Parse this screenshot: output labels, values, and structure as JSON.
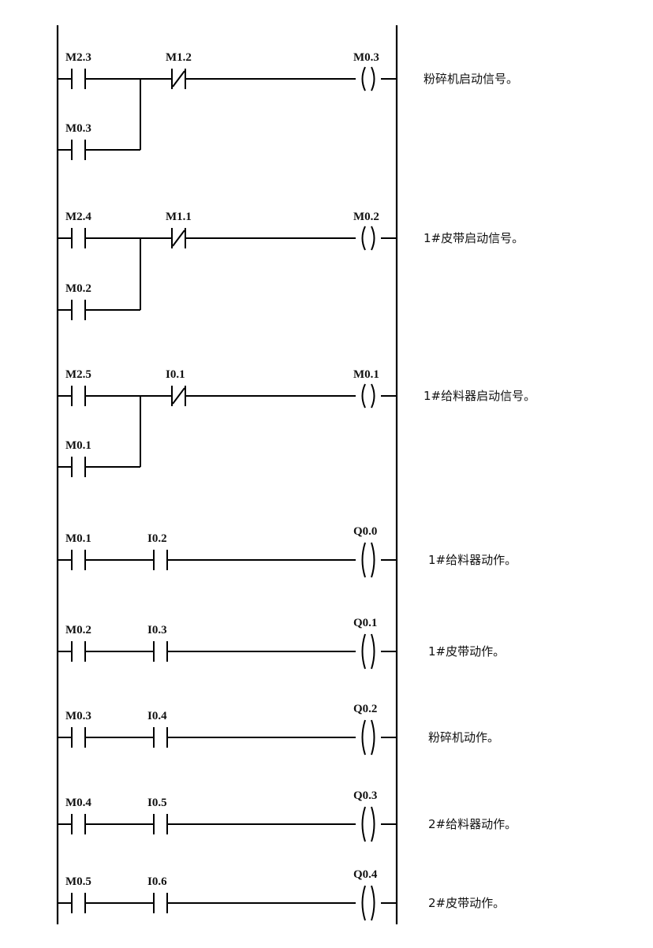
{
  "diagram": {
    "type": "ladder-logic",
    "rungs": [
      {
        "contacts": [
          {
            "label": "M2.3",
            "type": "NO"
          },
          {
            "label": "M1.2",
            "type": "NC"
          }
        ],
        "branch": {
          "label": "M0.3",
          "type": "NO"
        },
        "coil": "M0.3",
        "comment": "粉碎机启动信号。"
      },
      {
        "contacts": [
          {
            "label": "M2.4",
            "type": "NO"
          },
          {
            "label": "M1.1",
            "type": "NC"
          }
        ],
        "branch": {
          "label": "M0.2",
          "type": "NO"
        },
        "coil": "M0.2",
        "comment": "1#皮带启动信号。"
      },
      {
        "contacts": [
          {
            "label": "M2.5",
            "type": "NO"
          },
          {
            "label": "I0.1",
            "type": "NC"
          }
        ],
        "branch": {
          "label": "M0.1",
          "type": "NO"
        },
        "coil": "M0.1",
        "comment": "1#给料器启动信号。"
      },
      {
        "contacts": [
          {
            "label": "M0.1",
            "type": "NO"
          },
          {
            "label": "I0.2",
            "type": "NO"
          }
        ],
        "coil": "Q0.0",
        "comment": "1#给料器动作。"
      },
      {
        "contacts": [
          {
            "label": "M0.2",
            "type": "NO"
          },
          {
            "label": "I0.3",
            "type": "NO"
          }
        ],
        "coil": "Q0.1",
        "comment": "1#皮带动作。"
      },
      {
        "contacts": [
          {
            "label": "M0.3",
            "type": "NO"
          },
          {
            "label": "I0.4",
            "type": "NO"
          }
        ],
        "coil": "Q0.2",
        "comment": "粉碎机动作。"
      },
      {
        "contacts": [
          {
            "label": "M0.4",
            "type": "NO"
          },
          {
            "label": "I0.5",
            "type": "NO"
          }
        ],
        "coil": "Q0.3",
        "comment": "2#给料器动作。"
      },
      {
        "contacts": [
          {
            "label": "M0.5",
            "type": "NO"
          },
          {
            "label": "I0.6",
            "type": "NO"
          }
        ],
        "coil": "Q0.4",
        "comment": "2#皮带动作。"
      }
    ]
  }
}
